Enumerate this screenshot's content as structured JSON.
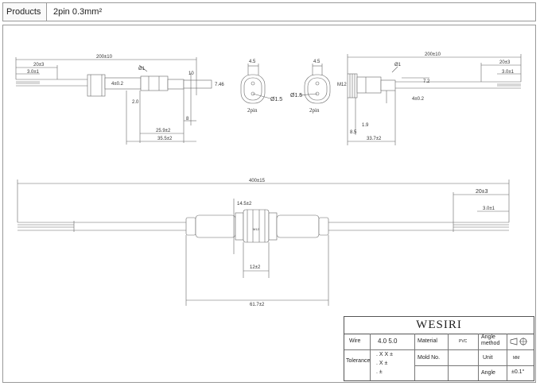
{
  "header": {
    "label": "Products",
    "value": "2pin 0.3mm²"
  },
  "top_left": {
    "overall": "200±10",
    "strip": "20±3",
    "tin": "3.0±1",
    "thread": "4±0.2",
    "diam1": "Ø1",
    "len_hex": "25.9±2",
    "len_total": "35.5±2",
    "small_a": "10",
    "small_b": "7.46",
    "small_c": "2.0",
    "small_d": "8"
  },
  "top_mid1": {
    "width": "4.5",
    "pin_dia": "Ø1.5",
    "label": "2pin"
  },
  "top_mid2": {
    "width": "4.5",
    "pin_dia": "Ø1.5",
    "label": "2pin"
  },
  "top_right": {
    "overall": "200±10",
    "strip": "20±3",
    "tin": "3.0±1",
    "diam1": "Ø1",
    "thread": "M12",
    "pin_len": "7.2",
    "thread_len": "4±0.2",
    "small_a": "8.5",
    "small_b": "1.9",
    "len_total": "33.7±2"
  },
  "assembly": {
    "overall": "400±15",
    "strip": "20±3",
    "tin": "3.0±1",
    "dia": "14.5±2",
    "nut": "12±2",
    "body": "61.7±2",
    "nut_mark": "M12"
  },
  "title_block": {
    "brand": "WESIRI",
    "wire_label": "Wire",
    "wire_values": "4.0   5.0",
    "material_label": "Material",
    "material_value": "PVC",
    "angle_method_label": "Angle method",
    "tolerance_label": "Tolerance",
    "tol_1": ". X X ±",
    "tol_2": ". X ±",
    "tol_3": ". ±",
    "mold_label": "Mold No.",
    "unit_label": "Unit",
    "unit_value": "MM",
    "angle_label": "Angle",
    "angle_value": "±0.1°"
  }
}
